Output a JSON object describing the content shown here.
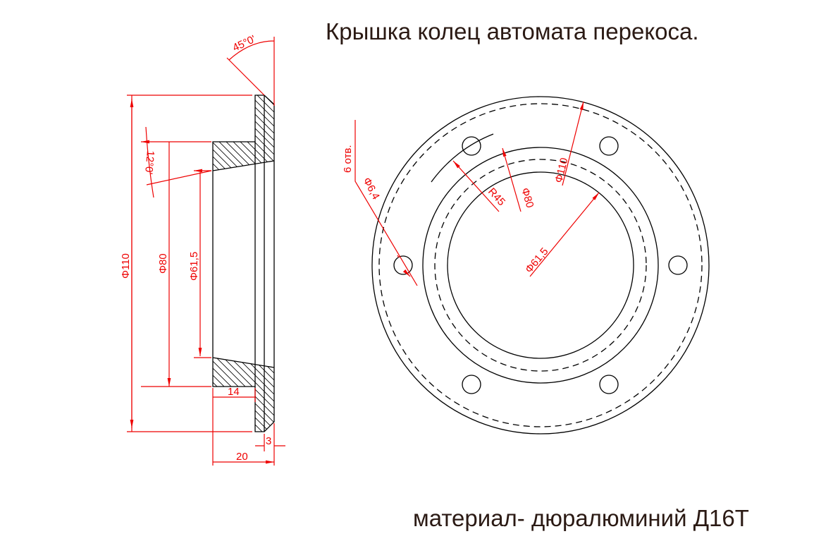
{
  "title": "Крышка колец автомата перекоса.",
  "material": "материал- дюралюминий Д16Т",
  "dimensions": {
    "angle_chamfer": "45°0'",
    "angle_taper": "12°0'",
    "d110_side": "Φ110",
    "d80_side": "Φ80",
    "d61_side": "Φ61,5",
    "w14": "14",
    "w20": "20",
    "w3": "3",
    "holes_count": "6 отв.",
    "d_hole": "Φ6,4",
    "r45": "R45",
    "d80": "Φ80",
    "d110": "Φ110",
    "d61": "Φ61,5"
  },
  "colors": {
    "dimension": "#e00000",
    "outline": "#000000",
    "text": "#2b1a14"
  }
}
